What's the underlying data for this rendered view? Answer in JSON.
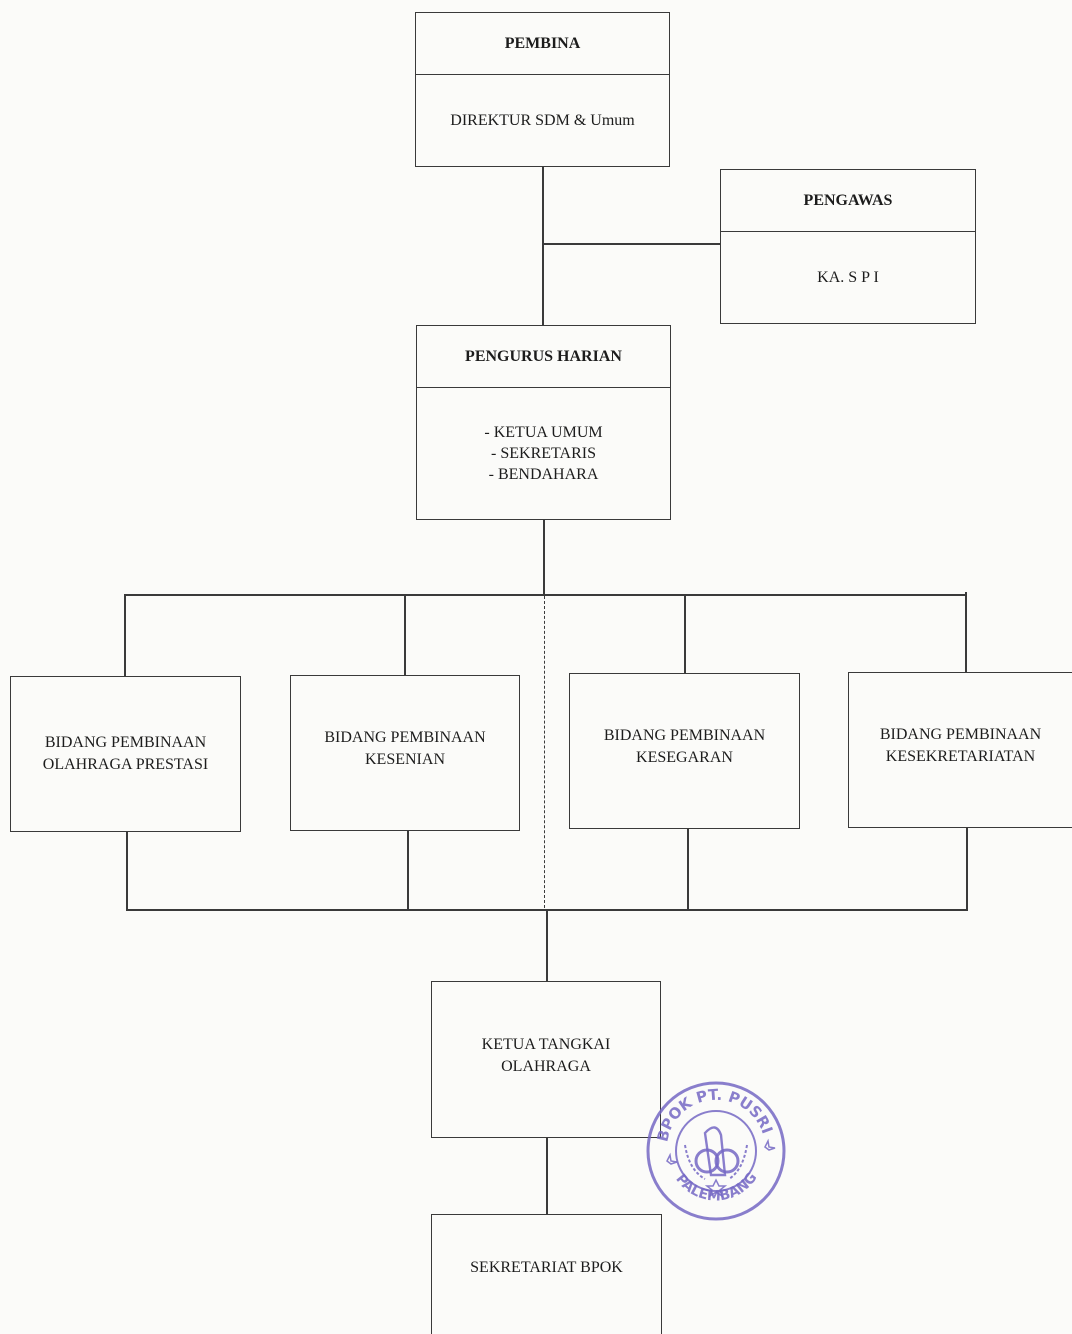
{
  "pembina": {
    "title": "PEMBINA",
    "body": "DIREKTUR SDM & Umum"
  },
  "pengawas": {
    "title": "PENGAWAS",
    "body": "KA. S P I"
  },
  "pengurus_harian": {
    "title": "PENGURUS HARIAN",
    "items": [
      "- KETUA UMUM",
      "- SEKRETARIS",
      "- BENDAHARA"
    ]
  },
  "bidang": [
    {
      "line1": "BIDANG PEMBINAAN",
      "line2": "OLAHRAGA PRESTASI"
    },
    {
      "line1": "BIDANG PEMBINAAN",
      "line2": "KESENIAN"
    },
    {
      "line1": "BIDANG PEMBINAAN",
      "line2": "KESEGARAN"
    },
    {
      "line1": "BIDANG PEMBINAAN",
      "line2": "KESEKRETARIATAN"
    }
  ],
  "ketua_tangkai": {
    "line1": "KETUA TANGKAI",
    "line2": "OLAHRAGA"
  },
  "sekretariat": {
    "label": "SEKRETARIAT BPOK"
  },
  "stamp": {
    "top_text": "BPOK PT. PUSRI",
    "bottom_text": "PALEMBANG",
    "color": "#7467c4"
  }
}
